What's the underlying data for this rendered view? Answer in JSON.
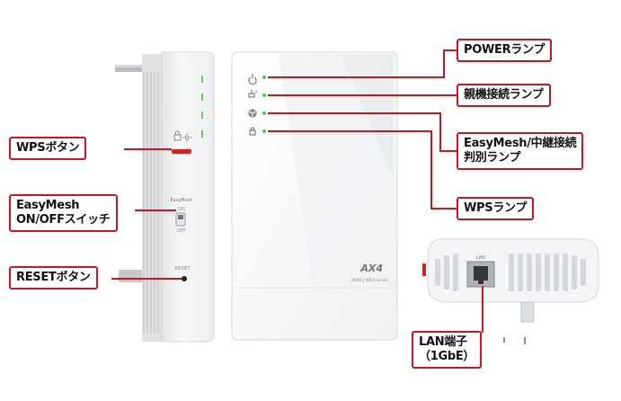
{
  "device": {
    "side_label_easymesh": "EasyMesh",
    "side_label_on": "ON",
    "side_label_off": "OFF",
    "side_label_reset": "RESET",
    "brand_logo": "AX4",
    "model_text": "3000 | WEX series",
    "port_label": "LAN"
  },
  "callouts": {
    "power": "POWERランプ",
    "parent": "親機接続ランプ",
    "easymesh_line1": "EasyMesh/中継接続",
    "easymesh_line2": "判別ランプ",
    "wps_lamp": "WPSランプ",
    "wps_button": "WPSボタン",
    "switch_line1": "EasyMesh",
    "switch_line2": "ON/OFFスイッチ",
    "reset": "RESETボタン",
    "lan_line1": "LAN端子",
    "lan_line2": "（1GbE）"
  },
  "colors": {
    "callout_border": "#c8161d",
    "lamp_green": "#5ac85a",
    "wps_red": "#d42020"
  },
  "icons": [
    "power-icon",
    "parent-link-icon",
    "mesh-icon",
    "wps-icon",
    "wps-sun-icon"
  ]
}
